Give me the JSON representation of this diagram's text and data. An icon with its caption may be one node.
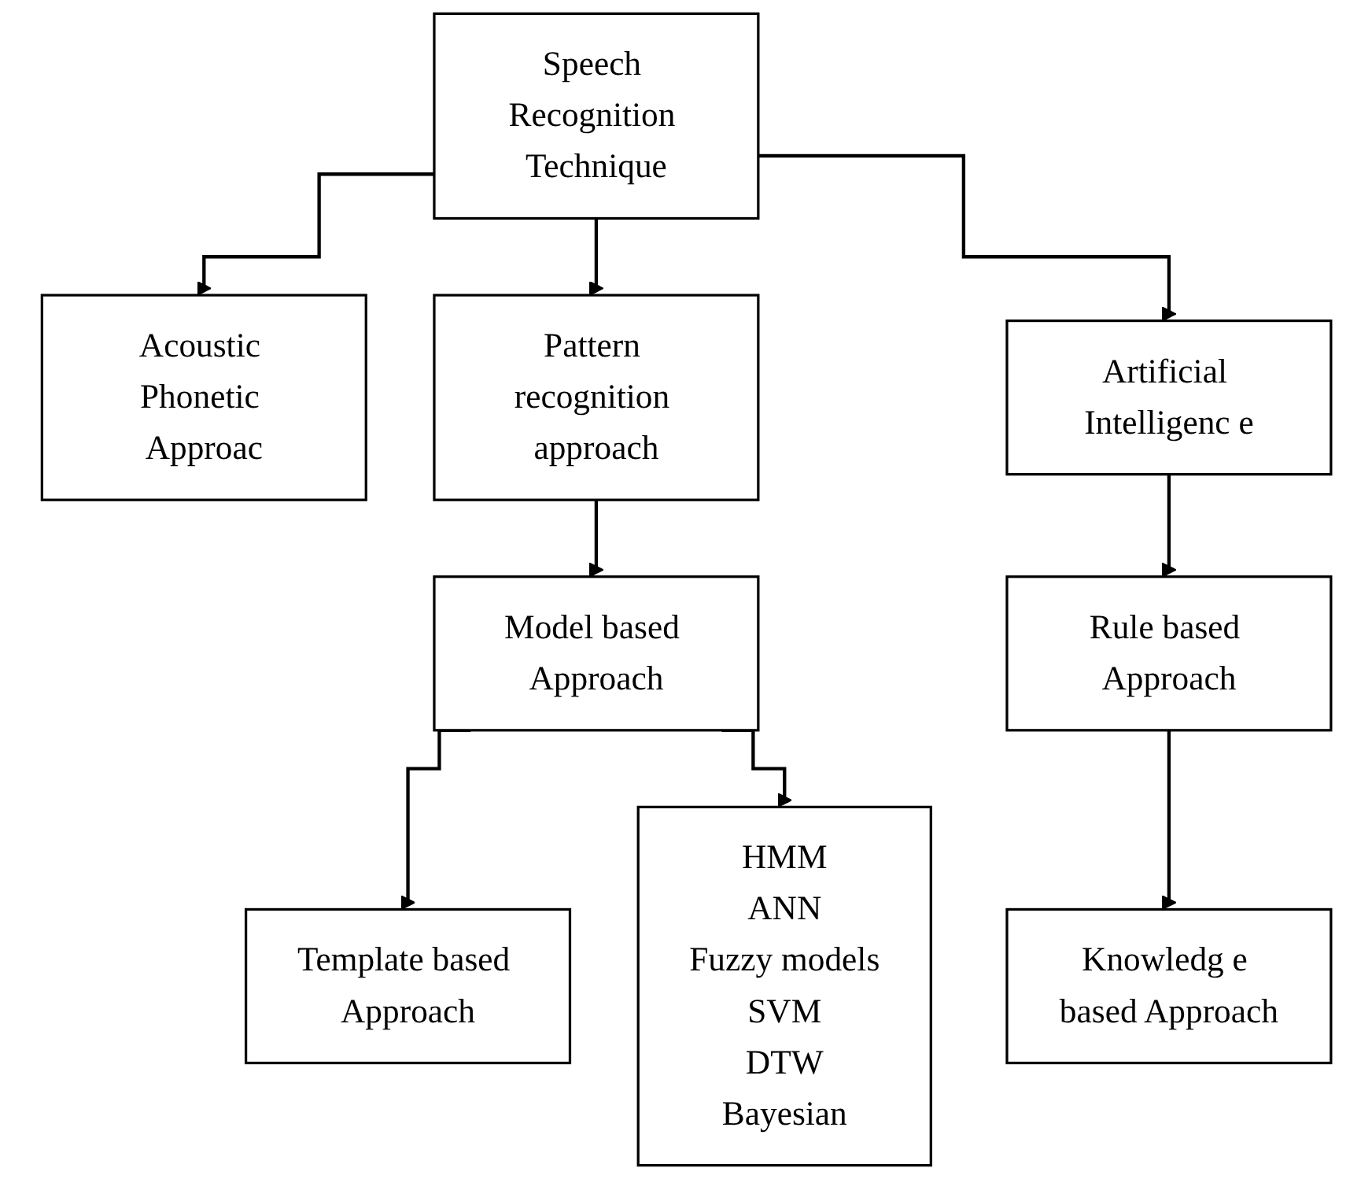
{
  "diagram": {
    "nodes": [
      {
        "text": [
          "Speech Recognition Technique"
        ]
      },
      {
        "text": [
          "Acoustic Phonetic Approac"
        ]
      },
      {
        "text": [
          "Pattern recognition approach"
        ]
      },
      {
        "text": [
          "Artificial Intelligenc e"
        ]
      },
      {
        "text": [
          "Model based Approach"
        ]
      },
      {
        "text": [
          "Rule based Approach"
        ]
      },
      {
        "text": [
          "Template based Approach"
        ]
      },
      {
        "text": [
          "HMM",
          "ANN",
          "Fuzzy models",
          "SVM",
          "DTW",
          "Bayesian"
        ]
      },
      {
        "text": [
          "Knowledg e based Approach"
        ]
      }
    ],
    "edges": [
      {
        "from": 0,
        "to": 1,
        "arrow": "to"
      },
      {
        "from": 0,
        "to": 2,
        "arrow": "to"
      },
      {
        "from": 0,
        "to": 3,
        "arrow": "to"
      },
      {
        "from": 2,
        "to": 4,
        "arrow": "to"
      },
      {
        "from": 3,
        "to": 5,
        "arrow": "to"
      },
      {
        "from": 4,
        "to": 6,
        "arrow": "to"
      },
      {
        "from": 4,
        "to": 7,
        "arrow": "to"
      },
      {
        "from": 5,
        "to": 8,
        "arrow": "to"
      }
    ]
  }
}
